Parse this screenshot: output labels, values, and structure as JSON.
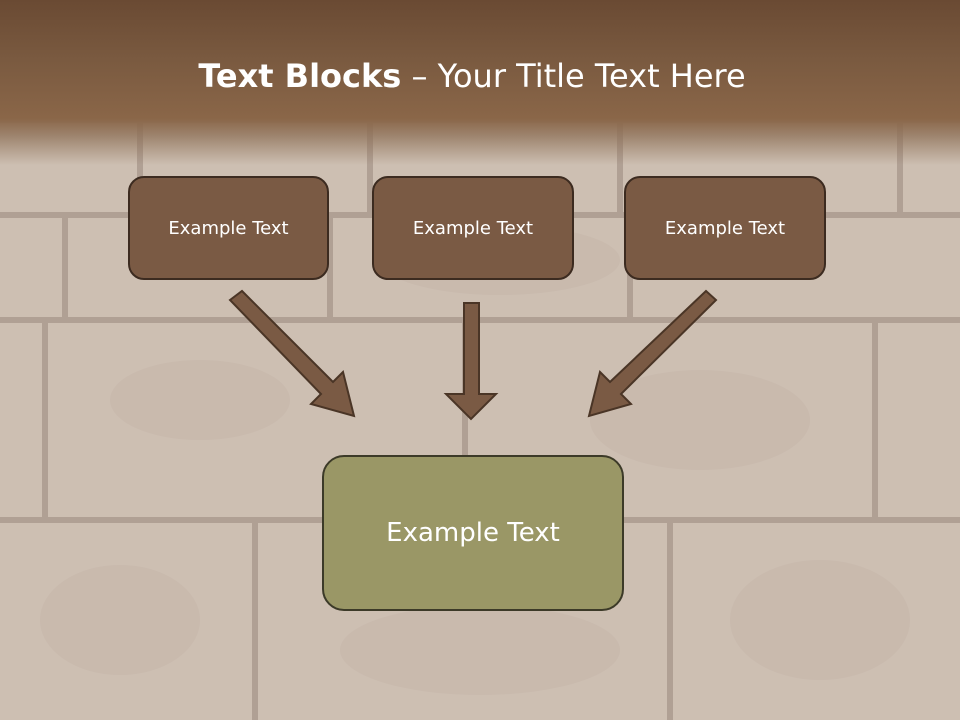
{
  "slide": {
    "title_bold": "Text Blocks",
    "title_dash": "–",
    "title_rest": "Your Title Text Here"
  },
  "blocks": [
    {
      "label": "Example Text"
    },
    {
      "label": "Example Text"
    },
    {
      "label": "Example Text"
    }
  ],
  "result": {
    "label": "Example Text"
  },
  "colors": {
    "header": "#6a4a33",
    "block_fill": "#7a5a44",
    "block_border": "#3c2b20",
    "result_fill": "#9a9766",
    "arrow": "#7a5a44"
  }
}
